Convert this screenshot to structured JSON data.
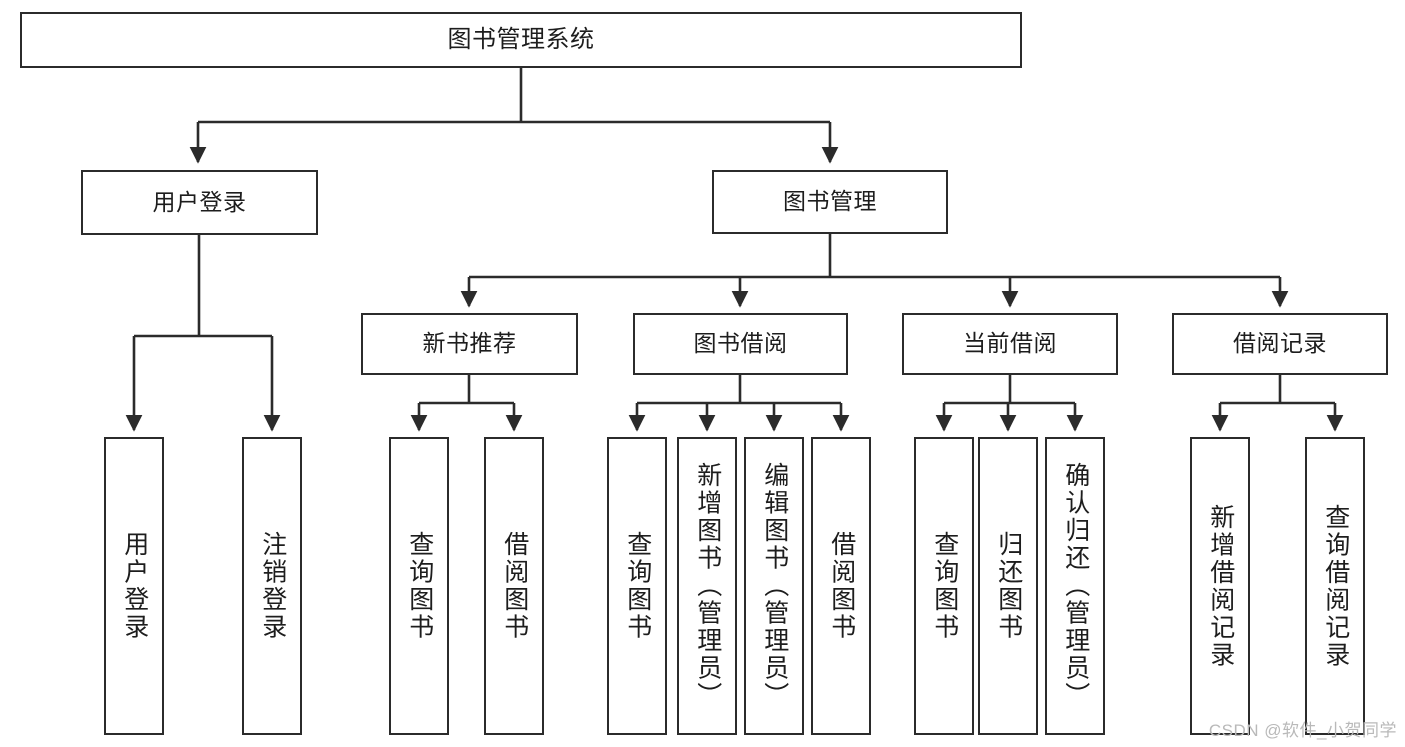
{
  "diagram": {
    "title": "图书管理系统",
    "type": "hierarchy-tree",
    "watermark": "CSDN @软件_小贺同学",
    "colors": {
      "box_border": "#2b2b2b",
      "box_fill": "#ffffff",
      "connector": "#2b2b2b",
      "text": "#1d1d1d",
      "watermark": "#b9b9b9"
    },
    "nodes": {
      "root": {
        "label": "图书管理系统"
      },
      "level2": [
        {
          "label": "用户登录"
        },
        {
          "label": "图书管理"
        }
      ],
      "level3": [
        {
          "label": "新书推荐"
        },
        {
          "label": "图书借阅"
        },
        {
          "label": "当前借阅"
        },
        {
          "label": "借阅记录"
        }
      ],
      "leaves": {
        "user_login": [
          {
            "label": "用户登录"
          },
          {
            "label": "注销登录"
          }
        ],
        "new_book_recommend": [
          {
            "label": "查询图书"
          },
          {
            "label": "借阅图书"
          }
        ],
        "book_borrow": [
          {
            "label": "查询图书"
          },
          {
            "label": "新增图书（管理员）"
          },
          {
            "label": "编辑图书（管理员）"
          },
          {
            "label": "借阅图书"
          }
        ],
        "current_borrow": [
          {
            "label": "查询图书"
          },
          {
            "label": "归还图书"
          },
          {
            "label": "确认归还（管理员）"
          }
        ],
        "borrow_record": [
          {
            "label": "新增借阅记录"
          },
          {
            "label": "查询借阅记录"
          }
        ]
      }
    }
  }
}
